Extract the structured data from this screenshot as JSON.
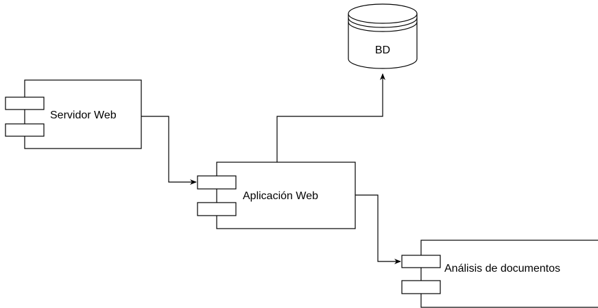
{
  "diagram": {
    "nodes": {
      "database": {
        "label": "BD",
        "shape": "cylinder"
      },
      "web_server": {
        "label": "Servidor Web",
        "shape": "component"
      },
      "web_app": {
        "label": "Aplicación Web",
        "shape": "component"
      },
      "doc_analysis": {
        "label": "Análisis de documentos",
        "shape": "component"
      }
    },
    "edges": [
      {
        "from": "web_server",
        "to": "web_app",
        "arrow": "end"
      },
      {
        "from": "web_app",
        "to": "database",
        "arrow": "end"
      },
      {
        "from": "web_app",
        "to": "doc_analysis",
        "arrow": "end"
      }
    ],
    "colors": {
      "stroke": "#000000",
      "fill": "#ffffff"
    }
  }
}
